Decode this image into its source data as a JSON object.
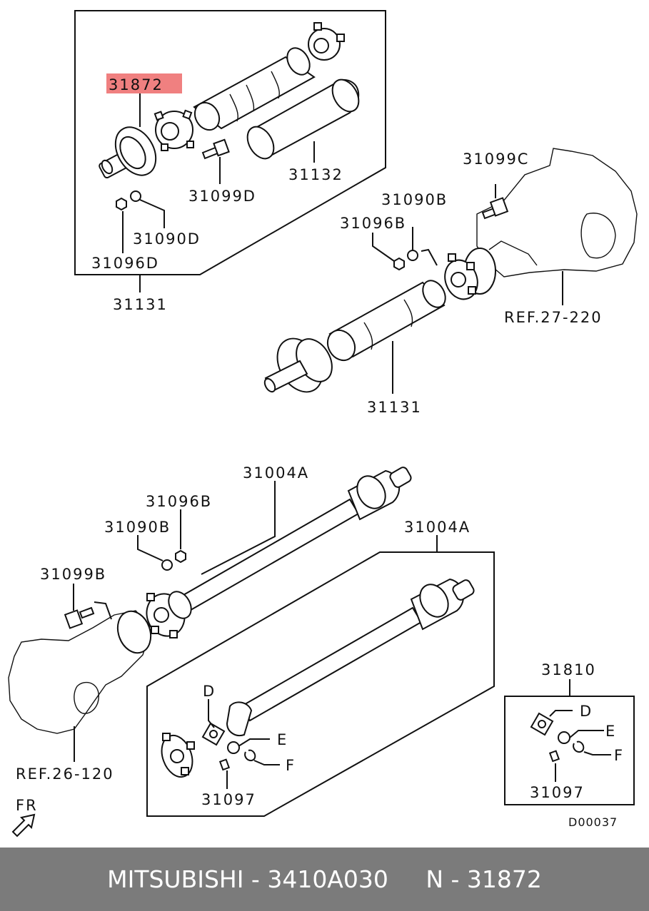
{
  "labels": {
    "p31872": "31872",
    "p31132": "31132",
    "p31099D": "31099D",
    "p31090D": "31090D",
    "p31096D": "31096D",
    "p31131_box": "31131",
    "p31099C": "31099C",
    "p31090B_top": "31090B",
    "p31096B_top": "31096B",
    "ref27": "REF.27-220",
    "p31131_main": "31131",
    "p31004A_top": "31004A",
    "p31004A_box": "31004A",
    "p31096B_mid": "31096B",
    "p31090B_mid": "31090B",
    "p31099B": "31099B",
    "ref26": "REF.26-120",
    "fr": "FR",
    "d_big": "D",
    "e_big": "E",
    "f_big": "F",
    "p31097_big": "31097",
    "p31810": "31810",
    "d_small": "D",
    "e_small": "E",
    "f_small": "F",
    "p31097_small": "31097",
    "diagram_code": "D00037"
  },
  "highlight_color": "#f08080",
  "footer": {
    "text": "MITSUBISHI - 3410A030     N - 31872"
  }
}
